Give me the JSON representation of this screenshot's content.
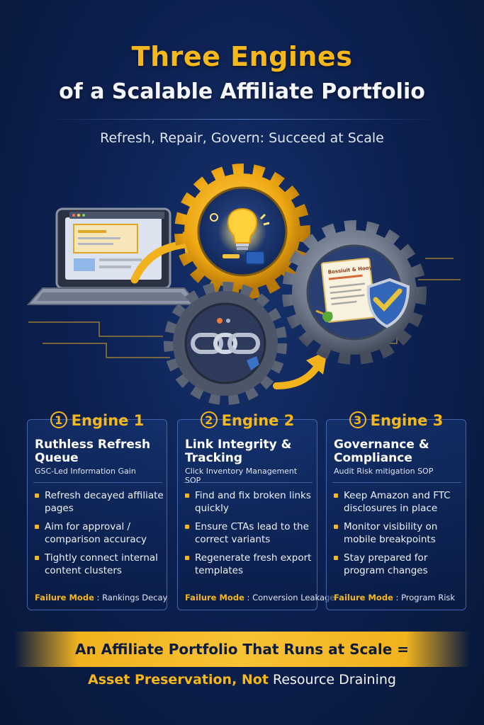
{
  "header": {
    "title": "Three Engines",
    "title_line2": "of a Scalable Affiliate Portfolio",
    "subtitle": "Refresh, Repair, Govern: Succeed at Scale"
  },
  "illustration": {
    "document_heading": "Bossiuit & Hooy",
    "icons": [
      "laptop-icon",
      "lightbulb-gear-icon",
      "chain-link-gear-icon",
      "document-shield-gear-icon"
    ]
  },
  "engines": [
    {
      "number": "1",
      "label": "Engine 1",
      "title": "Ruthless Refresh Queue",
      "subtitle": "GSC-Led Information Gain",
      "bullets": [
        "Refresh decayed affiliate pages",
        "Aim for approval / comparison accuracy",
        "Tightly connect internal content clusters"
      ],
      "failure_label": "Failure Mode",
      "failure_value": "Rankings Decay"
    },
    {
      "number": "2",
      "label": "Engine 2",
      "title": "Link Integrity & Tracking",
      "subtitle": "Click Inventory Management SOP",
      "bullets": [
        "Find and fix broken links quickly",
        "Ensure CTAs lead to the correct variants",
        "Regenerate fresh export templates"
      ],
      "failure_label": "Failure Mode",
      "failure_value": "Conversion Leakage"
    },
    {
      "number": "3",
      "label": "Engine 3",
      "title": "Governance & Compliance",
      "subtitle": "Audit Risk mitigation SOP",
      "bullets": [
        "Keep Amazon and FTC disclosures in place",
        "Monitor visibility on mobile breakpoints",
        "Stay prepared for program changes"
      ],
      "failure_label": "Failure Mode",
      "failure_value": "Program Risk"
    }
  ],
  "footer": {
    "banner": "An Affiliate Portfolio That Runs at Scale =",
    "line_part1": "Asset Preservation, Not",
    "line_part2": "Resource Draining"
  },
  "colors": {
    "accent": "#f6b71b",
    "background": "#0d2152",
    "gear_gold": "#f2b21c",
    "gear_steel": "#7b8597"
  }
}
